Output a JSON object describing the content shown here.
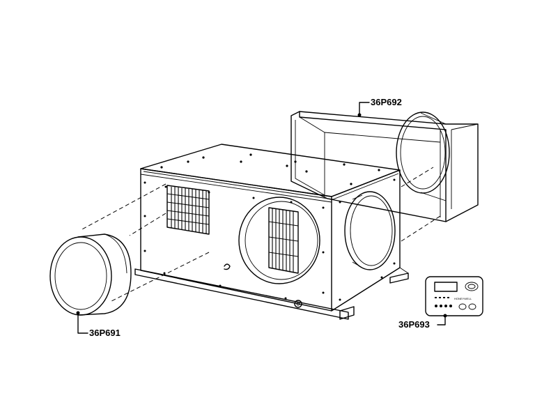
{
  "labels": {
    "housing": "36P692",
    "collar": "36P691",
    "controller": "36P693"
  },
  "controller_text": {
    "brand": "HONEYWELL"
  }
}
